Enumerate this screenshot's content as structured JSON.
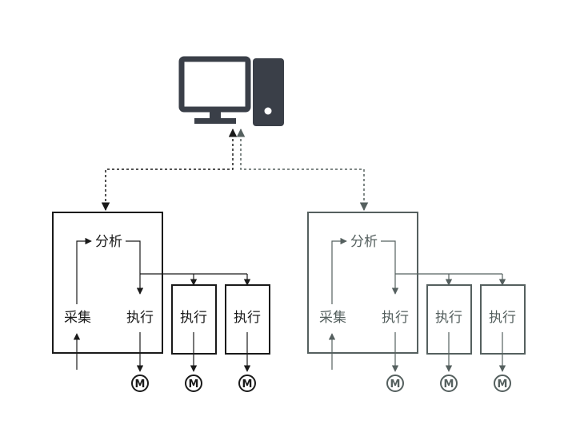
{
  "colors": {
    "dark": "#1a1a1a",
    "gray": "#55605f",
    "computer": "#3a3f48",
    "background": "#ffffff"
  },
  "icons": {
    "computer": "desktop-computer-icon",
    "motor": "motor-icon"
  },
  "motor_label": "M",
  "groups": [
    {
      "color_key": "dark",
      "main_box": {
        "analyze_label": "分析",
        "collect_label": "采集",
        "execute_label": "执行"
      },
      "satellites": [
        {
          "execute_label": "执行"
        },
        {
          "execute_label": "执行"
        }
      ]
    },
    {
      "color_key": "gray",
      "main_box": {
        "analyze_label": "分析",
        "collect_label": "采集",
        "execute_label": "执行"
      },
      "satellites": [
        {
          "execute_label": "执行"
        },
        {
          "execute_label": "执行"
        }
      ]
    }
  ]
}
